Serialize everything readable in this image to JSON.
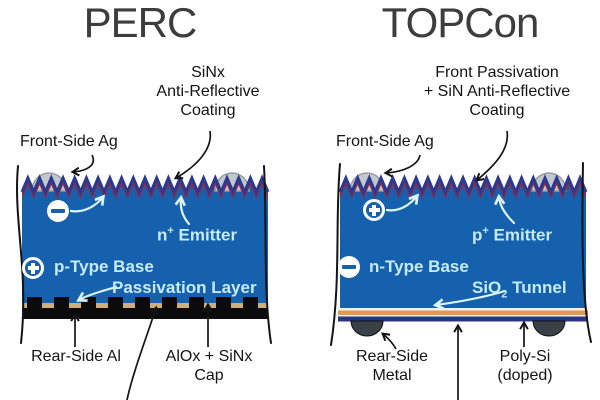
{
  "panels": {
    "perc": {
      "title": "PERC",
      "coating_label": [
        "SiNx",
        "Anti-Reflective",
        "Coating"
      ],
      "front_contact_label": "Front-Side Ag",
      "emitter_label": {
        "pre": "n",
        "sup": "+",
        "post": " Emitter"
      },
      "base_label": "p-Type Base",
      "passivation_label": "Passivation Layer",
      "rear_contact_label": "Rear-Side Al",
      "cap_label": [
        "AlOx + SiNx",
        "Cap"
      ]
    },
    "topcon": {
      "title": "TOPCon",
      "coating_label": [
        "Front Passivation",
        "+ SiN Anti-Reflective",
        "Coating"
      ],
      "front_contact_label": "Front-Side Ag",
      "emitter_label": {
        "pre": "p",
        "sup": "+",
        "post": " Emitter"
      },
      "base_label": "n-Type Base",
      "tunnel_label": {
        "pre": "SiO",
        "sub": "2",
        "post": " Tunnel"
      },
      "rear_contact_label": [
        "Rear-Side",
        "Metal"
      ],
      "poly_label": [
        "Poly-Si",
        "(doped)"
      ]
    }
  },
  "icons": {
    "minus-charge-icon": "−",
    "plus-charge-icon": "+"
  },
  "colors": {
    "title_gray": "#3d3d3d",
    "cell_blue": "#1561ae",
    "arc_maroon": "#8e2a4c",
    "zigzag_navy": "#2b3a8f",
    "ag_gray": "#c3c8cd",
    "passivation_tan": "#cfae77",
    "rear_black": "#0b0b0b",
    "sio2_orange": "#e09a50",
    "polysi_navy": "#2b3480",
    "rear_metal_dark": "#394046",
    "label_cyan": "#c6ebfa",
    "arrow_cyan": "#ddf4fd"
  }
}
